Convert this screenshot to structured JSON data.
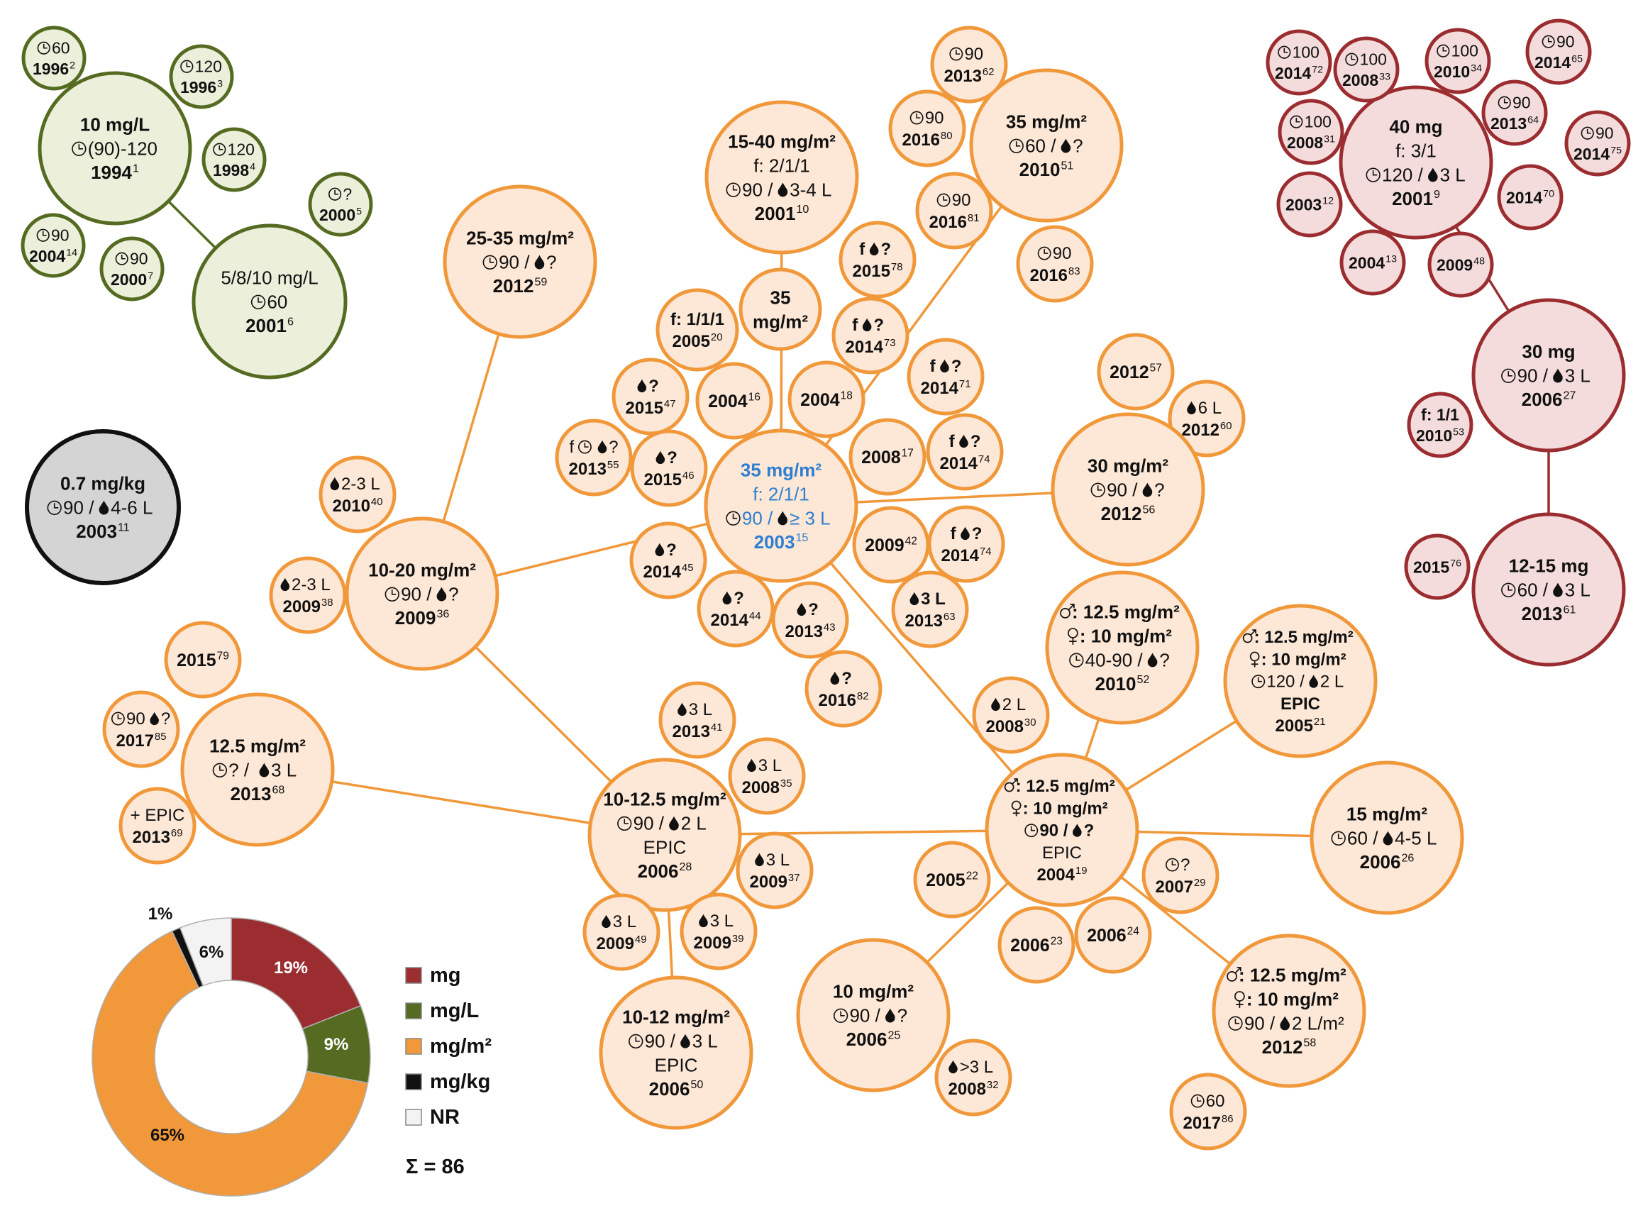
{
  "colors": {
    "orange_stroke": "#f0983a",
    "orange_fill": "#fde7d6",
    "green_stroke": "#556b22",
    "green_fill": "#ecf0db",
    "red_stroke": "#9b2d30",
    "red_fill": "#f4dcdc",
    "grey_stroke": "#111111",
    "grey_fill": "#d4d4d4",
    "highlight_text": "#2e7fd0",
    "text": "#111111"
  },
  "icons": {
    "clock": "clock-icon",
    "drop": "drop-icon",
    "male": "male-icon",
    "female": "female-icon"
  },
  "nodes": [
    {
      "id": "g1994",
      "c": "green",
      "lines": [
        [
          "b",
          "10 mg/L"
        ],
        [
          "n",
          "{c}(90)-120"
        ],
        [
          "b",
          "1994",
          "1"
        ]
      ]
    },
    {
      "id": "g1996a",
      "c": "green",
      "lines": [
        [
          "n",
          "{c}60"
        ],
        [
          "b",
          "1996",
          "2"
        ]
      ]
    },
    {
      "id": "g1996b",
      "c": "green",
      "lines": [
        [
          "n",
          "{c}120"
        ],
        [
          "b",
          "1996",
          "3"
        ]
      ]
    },
    {
      "id": "g1998",
      "c": "green",
      "lines": [
        [
          "n",
          "{c}120"
        ],
        [
          "b",
          "1998",
          "4"
        ]
      ]
    },
    {
      "id": "g2000a",
      "c": "green",
      "lines": [
        [
          "n",
          "{c}?"
        ],
        [
          "b",
          "2000",
          "5"
        ]
      ]
    },
    {
      "id": "g2004",
      "c": "green",
      "lines": [
        [
          "n",
          "{c}90"
        ],
        [
          "b",
          "2004",
          "14"
        ]
      ]
    },
    {
      "id": "g2000b",
      "c": "green",
      "lines": [
        [
          "n",
          "{c}90"
        ],
        [
          "b",
          "2000",
          "7"
        ]
      ]
    },
    {
      "id": "g2001",
      "c": "green",
      "lines": [
        [
          "n",
          "5/8/10 mg/L"
        ],
        [
          "n",
          "{c}60"
        ],
        [
          "b",
          "2001",
          "6"
        ]
      ]
    },
    {
      "id": "k2003",
      "c": "grey",
      "lines": [
        [
          "b",
          "0.7 mg/kg"
        ],
        [
          "n",
          "{c}90 / {d} 4-6 L"
        ],
        [
          "b",
          "2003",
          "11"
        ]
      ]
    },
    {
      "id": "r2001",
      "c": "red",
      "lines": [
        [
          "b",
          "40 mg"
        ],
        [
          "n",
          "f: 3/1"
        ],
        [
          "n",
          "{c}120 / {d}3 L"
        ],
        [
          "b",
          "2001",
          "9"
        ]
      ]
    },
    {
      "id": "r2014a",
      "c": "red",
      "lines": [
        [
          "n",
          "{c}100"
        ],
        [
          "b",
          "2014",
          "72"
        ]
      ]
    },
    {
      "id": "r2008a",
      "c": "red",
      "lines": [
        [
          "n",
          "{c}100"
        ],
        [
          "b",
          "2008",
          "33"
        ]
      ]
    },
    {
      "id": "r2010a",
      "c": "red",
      "lines": [
        [
          "n",
          "{c}100"
        ],
        [
          "b",
          "2010",
          "34"
        ]
      ]
    },
    {
      "id": "r2014b",
      "c": "red",
      "lines": [
        [
          "n",
          "{c}90"
        ],
        [
          "b",
          "2014",
          "65"
        ]
      ]
    },
    {
      "id": "r2008b",
      "c": "red",
      "lines": [
        [
          "n",
          "{c}100"
        ],
        [
          "b",
          "2008",
          "31"
        ]
      ]
    },
    {
      "id": "r2013a",
      "c": "red",
      "lines": [
        [
          "n",
          "{c}90"
        ],
        [
          "b",
          "2013",
          "64"
        ]
      ]
    },
    {
      "id": "r2014c",
      "c": "red",
      "lines": [
        [
          "n",
          "{c}90"
        ],
        [
          "b",
          "2014",
          "75"
        ]
      ]
    },
    {
      "id": "r2003",
      "c": "red",
      "lines": [
        [
          "b",
          "2003",
          "12"
        ]
      ]
    },
    {
      "id": "r2014d",
      "c": "red",
      "lines": [
        [
          "b",
          "2014",
          "70"
        ]
      ]
    },
    {
      "id": "r2004",
      "c": "red",
      "lines": [
        [
          "b",
          "2004",
          "13"
        ]
      ]
    },
    {
      "id": "r2009",
      "c": "red",
      "lines": [
        [
          "b",
          "2009",
          "48"
        ]
      ]
    },
    {
      "id": "r2006",
      "c": "red",
      "lines": [
        [
          "b",
          "30 mg"
        ],
        [
          "n",
          "{c}90 / {d} 3 L"
        ],
        [
          "b",
          "2006",
          "27"
        ]
      ]
    },
    {
      "id": "r2010b",
      "c": "red",
      "lines": [
        [
          "b",
          "f: 1/1"
        ],
        [
          "b",
          "2010",
          "53"
        ]
      ]
    },
    {
      "id": "r2013b",
      "c": "red",
      "lines": [
        [
          "b",
          "12-15 mg"
        ],
        [
          "n",
          "{c}60 / {d} 3 L"
        ],
        [
          "b",
          "2013",
          "61"
        ]
      ]
    },
    {
      "id": "r2015",
      "c": "red",
      "lines": [
        [
          "b",
          "2015",
          "76"
        ]
      ]
    },
    {
      "id": "o_center",
      "c": "orange",
      "hl": true,
      "lines": [
        [
          "b",
          "35 mg/m²"
        ],
        [
          "n",
          "f: 2/1/1"
        ],
        [
          "n",
          "{c}90 / {d} ≥ 3 L"
        ],
        [
          "b",
          "2003",
          "15"
        ]
      ]
    },
    {
      "id": "o2001",
      "c": "orange",
      "lines": [
        [
          "b",
          "15-40 mg/m²"
        ],
        [
          "n",
          "f: 2/1/1"
        ],
        [
          "n",
          "{c}90 / {d} 3-4 L"
        ],
        [
          "b",
          "2001",
          "10"
        ]
      ]
    },
    {
      "id": "o35",
      "c": "orange",
      "lines": [
        [
          "b",
          "35"
        ],
        [
          "b",
          "mg/m²"
        ]
      ]
    },
    {
      "id": "o2005a",
      "c": "orange",
      "lines": [
        [
          "b",
          "f: 1/1/1"
        ],
        [
          "b",
          "2005",
          "20"
        ]
      ]
    },
    {
      "id": "o2015a",
      "c": "orange",
      "lines": [
        [
          "b",
          "{d} ?"
        ],
        [
          "b",
          "2015",
          "47"
        ]
      ]
    },
    {
      "id": "o2004a",
      "c": "orange",
      "lines": [
        [
          "b",
          "2004",
          "16"
        ]
      ]
    },
    {
      "id": "o2004b",
      "c": "orange",
      "lines": [
        [
          "b",
          "2004",
          "18"
        ]
      ]
    },
    {
      "id": "o2015b",
      "c": "orange",
      "lines": [
        [
          "b",
          "f {d} ?"
        ],
        [
          "b",
          "2015",
          "78"
        ]
      ]
    },
    {
      "id": "o2014a",
      "c": "orange",
      "lines": [
        [
          "b",
          "f {d} ?"
        ],
        [
          "b",
          "2014",
          "73"
        ]
      ]
    },
    {
      "id": "o2013a",
      "c": "orange",
      "lines": [
        [
          "n",
          "f {c} {d}?"
        ],
        [
          "b",
          "2013",
          "55"
        ]
      ]
    },
    {
      "id": "o2015c",
      "c": "orange",
      "lines": [
        [
          "b",
          "{d} ?"
        ],
        [
          "b",
          "2015",
          "46"
        ]
      ]
    },
    {
      "id": "o2008a",
      "c": "orange",
      "lines": [
        [
          "b",
          "2008",
          "17"
        ]
      ]
    },
    {
      "id": "o2014b",
      "c": "orange",
      "lines": [
        [
          "b",
          "f {d}?"
        ],
        [
          "b",
          "2014",
          "71"
        ]
      ]
    },
    {
      "id": "o2014c",
      "c": "orange",
      "lines": [
        [
          "b",
          "f {d}?"
        ],
        [
          "b",
          "2014",
          "74"
        ]
      ]
    },
    {
      "id": "o2014d",
      "c": "orange",
      "lines": [
        [
          "b",
          "f {d}?"
        ],
        [
          "b",
          "2014",
          "74"
        ]
      ]
    },
    {
      "id": "o2009a",
      "c": "orange",
      "lines": [
        [
          "b",
          "2009",
          "42"
        ]
      ]
    },
    {
      "id": "o2014e",
      "c": "orange",
      "lines": [
        [
          "b",
          "{d} ?"
        ],
        [
          "b",
          "2014",
          "45"
        ]
      ]
    },
    {
      "id": "o2014f",
      "c": "orange",
      "lines": [
        [
          "b",
          "{d} ?"
        ],
        [
          "b",
          "2014",
          "44"
        ]
      ]
    },
    {
      "id": "o2013b",
      "c": "orange",
      "lines": [
        [
          "b",
          "{d} ?"
        ],
        [
          "b",
          "2013",
          "43"
        ]
      ]
    },
    {
      "id": "o2013c",
      "c": "orange",
      "lines": [
        [
          "b",
          "{d} 3 L"
        ],
        [
          "b",
          "2013",
          "63"
        ]
      ]
    },
    {
      "id": "o2016a",
      "c": "orange",
      "lines": [
        [
          "b",
          "{d} ?"
        ],
        [
          "b",
          "2016",
          "82"
        ]
      ]
    },
    {
      "id": "o2010a",
      "c": "orange",
      "lines": [
        [
          "b",
          "35 mg/m²"
        ],
        [
          "n",
          "{c}60 / {d}?"
        ],
        [
          "b",
          "2010",
          "51"
        ]
      ]
    },
    {
      "id": "o2013d",
      "c": "orange",
      "lines": [
        [
          "n",
          "{c} 90"
        ],
        [
          "b",
          "2013",
          "62"
        ]
      ]
    },
    {
      "id": "o2016b",
      "c": "orange",
      "lines": [
        [
          "n",
          "{c}90"
        ],
        [
          "b",
          "2016",
          "80"
        ]
      ]
    },
    {
      "id": "o2016c",
      "c": "orange",
      "lines": [
        [
          "n",
          "{c}90"
        ],
        [
          "b",
          "2016",
          "81"
        ]
      ]
    },
    {
      "id": "o2016d",
      "c": "orange",
      "lines": [
        [
          "n",
          "{c}90"
        ],
        [
          "b",
          "2016",
          "83"
        ]
      ]
    },
    {
      "id": "o2012a",
      "c": "orange",
      "lines": [
        [
          "b",
          "25-35 mg/m²"
        ],
        [
          "n",
          "{c}90 / {d}?"
        ],
        [
          "b",
          "2012",
          "59"
        ]
      ]
    },
    {
      "id": "o2012b",
      "c": "orange",
      "lines": [
        [
          "b",
          "2012",
          "57"
        ]
      ]
    },
    {
      "id": "o2012c",
      "c": "orange",
      "lines": [
        [
          "n",
          "{d} 6 L"
        ],
        [
          "b",
          "2012",
          "60"
        ]
      ]
    },
    {
      "id": "o2012d",
      "c": "orange",
      "lines": [
        [
          "b",
          "30 mg/m²"
        ],
        [
          "n",
          "{c}90 / {d}?"
        ],
        [
          "b",
          "2012",
          "56"
        ]
      ]
    },
    {
      "id": "o2009b",
      "c": "orange",
      "lines": [
        [
          "b",
          "10-20 mg/m²"
        ],
        [
          "n",
          "{c}90 / {d}?"
        ],
        [
          "b",
          "2009",
          "36"
        ]
      ]
    },
    {
      "id": "o2010b",
      "c": "orange",
      "lines": [
        [
          "n",
          "{d} 2-3 L"
        ],
        [
          "b",
          "2010",
          "40"
        ]
      ]
    },
    {
      "id": "o2009c",
      "c": "orange",
      "lines": [
        [
          "n",
          "{d} 2-3 L"
        ],
        [
          "b",
          "2009",
          "38"
        ]
      ]
    },
    {
      "id": "o2006a",
      "c": "orange",
      "lines": [
        [
          "b",
          "10-12.5 mg/m²"
        ],
        [
          "n",
          "{c}90 / {d} 2 L"
        ],
        [
          "n",
          "EPIC"
        ],
        [
          "b",
          "2006",
          "28"
        ]
      ]
    },
    {
      "id": "o2013e",
      "c": "orange",
      "lines": [
        [
          "n",
          "{d} 3 L"
        ],
        [
          "b",
          "2013",
          "41"
        ]
      ]
    },
    {
      "id": "o2008b",
      "c": "orange",
      "lines": [
        [
          "n",
          "{d} 3 L"
        ],
        [
          "b",
          "2008",
          "35"
        ]
      ]
    },
    {
      "id": "o2009d",
      "c": "orange",
      "lines": [
        [
          "n",
          "{d} 3 L"
        ],
        [
          "b",
          "2009",
          "37"
        ]
      ]
    },
    {
      "id": "o2009e",
      "c": "orange",
      "lines": [
        [
          "n",
          "{d} 3 L"
        ],
        [
          "b",
          "2009",
          "49"
        ]
      ]
    },
    {
      "id": "o2009f",
      "c": "orange",
      "lines": [
        [
          "n",
          "{d} 3 L"
        ],
        [
          "b",
          "2009",
          "39"
        ]
      ]
    },
    {
      "id": "o2006b",
      "c": "orange",
      "lines": [
        [
          "b",
          "10-12 mg/m²"
        ],
        [
          "n",
          "{c}90 / {d} 3 L"
        ],
        [
          "n",
          "EPIC"
        ],
        [
          "b",
          "2006",
          "50"
        ]
      ]
    },
    {
      "id": "o2013f",
      "c": "orange",
      "lines": [
        [
          "b",
          "12.5 mg/m²"
        ],
        [
          "n",
          "{c} ? / {d} 3 L"
        ],
        [
          "b",
          "2013",
          "68"
        ]
      ]
    },
    {
      "id": "o2015d",
      "c": "orange",
      "lines": [
        [
          "b",
          "2015",
          "79"
        ]
      ]
    },
    {
      "id": "o2017a",
      "c": "orange",
      "lines": [
        [
          "n",
          "{c}90 {d}?"
        ],
        [
          "b",
          "2017",
          "85"
        ]
      ]
    },
    {
      "id": "o2013g",
      "c": "orange",
      "lines": [
        [
          "n",
          "+ EPIC"
        ],
        [
          "b",
          "2013",
          "69"
        ]
      ]
    },
    {
      "id": "o2004c",
      "c": "orange",
      "lines": [
        [
          "b",
          "{m}: 12.5  mg/m²"
        ],
        [
          "b",
          "{f}: 10  mg/m²"
        ],
        [
          "b",
          "{c}90 / {d} ?"
        ],
        [
          "n",
          "EPIC"
        ],
        [
          "b",
          "2004",
          "19"
        ]
      ]
    },
    {
      "id": "o2010c",
      "c": "orange",
      "lines": [
        [
          "b",
          "{m}: 12.5  mg/m²"
        ],
        [
          "b",
          "{f}: 10  mg/m²"
        ],
        [
          "n",
          "{c}40-90 / {d} ?"
        ],
        [
          "b",
          "2010",
          "52"
        ]
      ]
    },
    {
      "id": "o2008c",
      "c": "orange",
      "lines": [
        [
          "n",
          "{d} 2 L"
        ],
        [
          "b",
          "2008",
          "30"
        ]
      ]
    },
    {
      "id": "o2005b",
      "c": "orange",
      "lines": [
        [
          "b",
          "{m}: 12.5  mg/m²"
        ],
        [
          "b",
          "{f}: 10  mg/m²"
        ],
        [
          "n",
          "{c}120 / {d} 2 L"
        ],
        [
          "b",
          "EPIC"
        ],
        [
          "b",
          "2005",
          "21"
        ]
      ]
    },
    {
      "id": "o2006c",
      "c": "orange",
      "lines": [
        [
          "b",
          "15 mg/m²"
        ],
        [
          "n",
          "{c}60 / {d} 4-5 L"
        ],
        [
          "b",
          "2006",
          "26"
        ]
      ]
    },
    {
      "id": "o2005c",
      "c": "orange",
      "lines": [
        [
          "b",
          "2005",
          "22"
        ]
      ]
    },
    {
      "id": "o2007a",
      "c": "orange",
      "lines": [
        [
          "n",
          "{c} ?"
        ],
        [
          "b",
          "2007",
          "29"
        ]
      ]
    },
    {
      "id": "o2006d",
      "c": "orange",
      "lines": [
        [
          "b",
          "2006",
          "23"
        ]
      ]
    },
    {
      "id": "o2006e",
      "c": "orange",
      "lines": [
        [
          "b",
          "2006",
          "24"
        ]
      ]
    },
    {
      "id": "o2006f",
      "c": "orange",
      "lines": [
        [
          "b",
          "10 mg/m²"
        ],
        [
          "n",
          "{c}90 / {d} ?"
        ],
        [
          "b",
          "2006",
          "25"
        ]
      ]
    },
    {
      "id": "o2008d",
      "c": "orange",
      "lines": [
        [
          "n",
          "{d} >3 L"
        ],
        [
          "b",
          "2008",
          "32"
        ]
      ]
    },
    {
      "id": "o2012e",
      "c": "orange",
      "lines": [
        [
          "b",
          "{m}: 12.5  mg/m²"
        ],
        [
          "b",
          "{f}: 10  mg/m²"
        ],
        [
          "n",
          "{c}90 / {d} 2 L/m²"
        ],
        [
          "b",
          "2012",
          "58"
        ]
      ]
    },
    {
      "id": "o2017b",
      "c": "orange",
      "lines": [
        [
          "n",
          "{c}60"
        ],
        [
          "b",
          "2017",
          "86"
        ]
      ]
    }
  ],
  "donut": {
    "segments": [
      {
        "label": "mg",
        "value": 19,
        "pct_text": "19%",
        "color": "#9b2d30"
      },
      {
        "label": "mg/L",
        "value": 9,
        "pct_text": "9%",
        "color": "#556b22"
      },
      {
        "label": "mg/m²",
        "value": 65,
        "pct_text": "65%",
        "color": "#f0983a"
      },
      {
        "label": "mg/kg",
        "value": 1,
        "pct_text": "1%",
        "color": "#111111"
      },
      {
        "label": "NR",
        "value": 6,
        "pct_text": "6%",
        "color": "#f3f3f3"
      }
    ],
    "total_label": "Σ = 86"
  }
}
